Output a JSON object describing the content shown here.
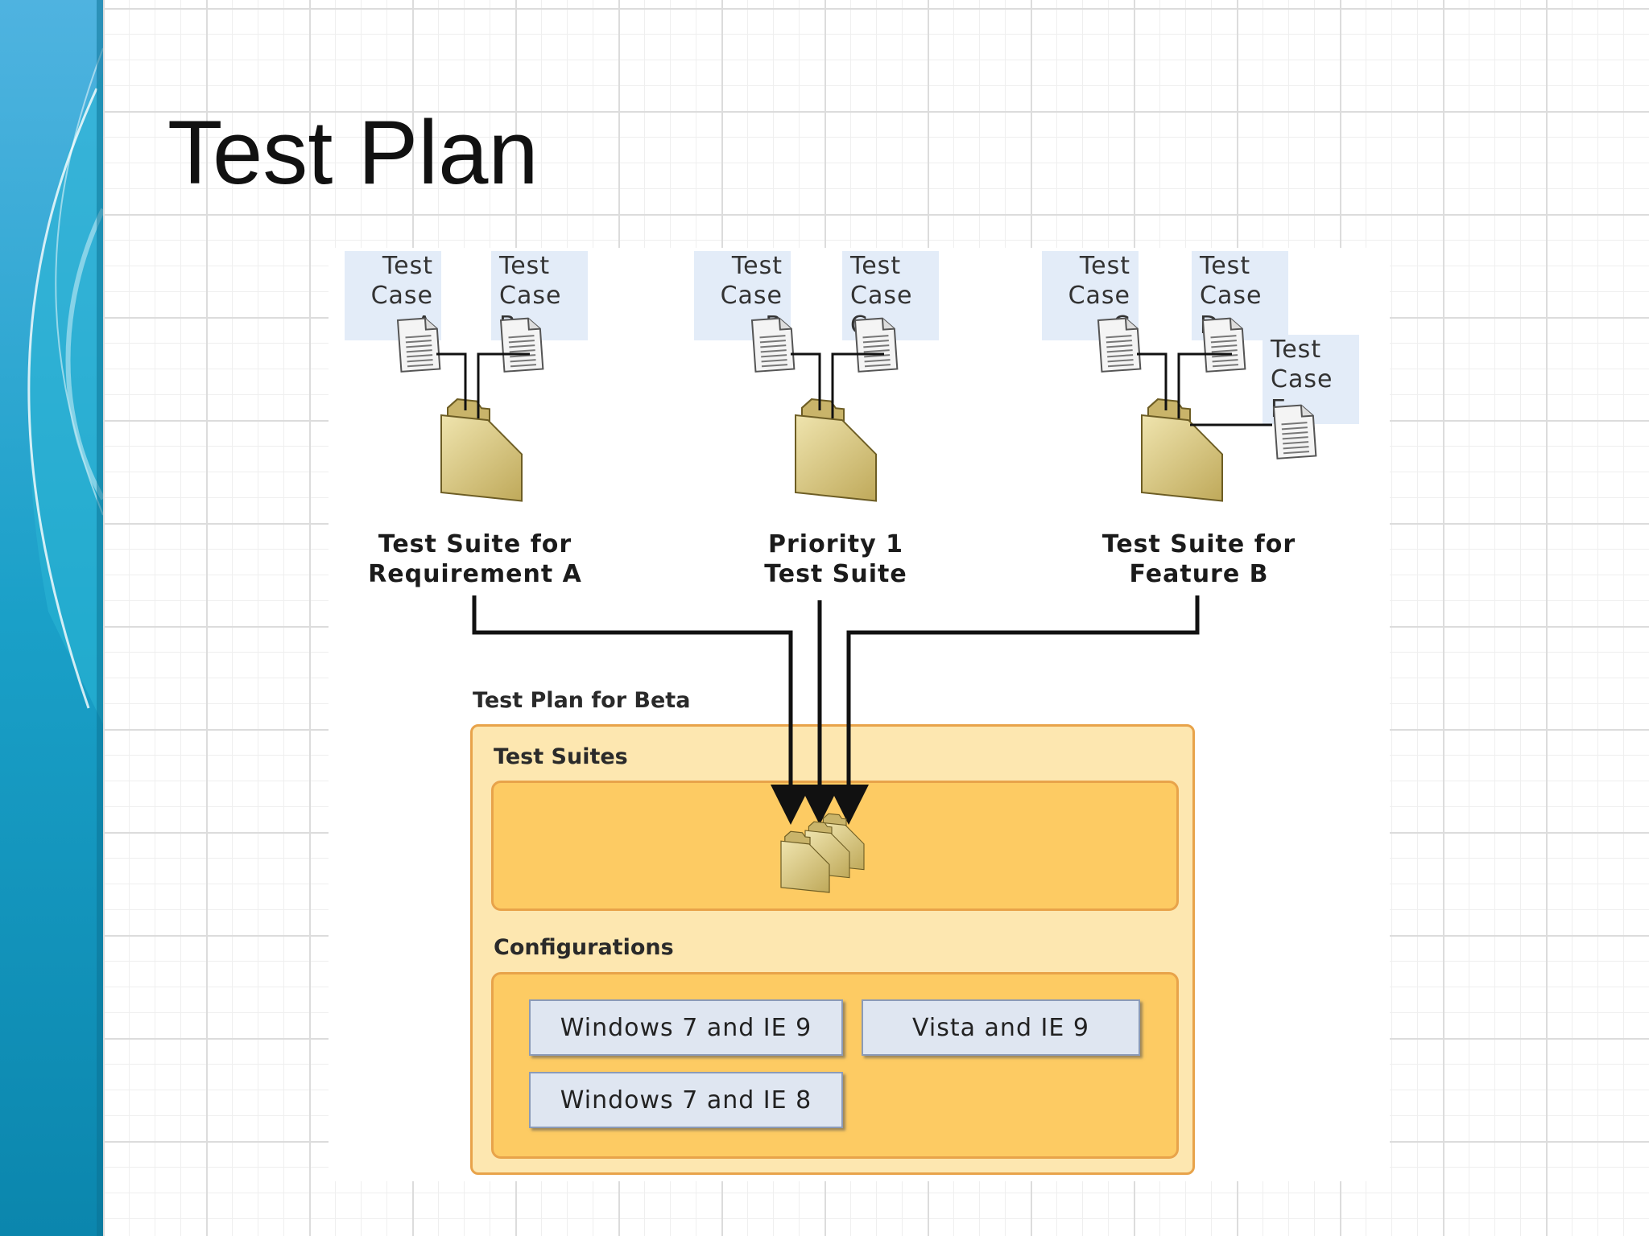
{
  "slide": {
    "title": "Test Plan"
  },
  "suites": [
    {
      "name": "Test Suite for\nRequirement A",
      "test_cases": [
        {
          "label": "Test\nCase A"
        },
        {
          "label": "Test\nCase B"
        }
      ]
    },
    {
      "name": "Priority 1\nTest Suite",
      "test_cases": [
        {
          "label": "Test\nCase B"
        },
        {
          "label": "Test\nCase C"
        }
      ]
    },
    {
      "name": "Test Suite for\nFeature B",
      "test_cases": [
        {
          "label": "Test\nCase C"
        },
        {
          "label": "Test\nCase D"
        },
        {
          "label": "Test\nCase E"
        }
      ]
    }
  ],
  "plan": {
    "title": "Test Plan for Beta",
    "test_suites_label": "Test Suites",
    "configurations_label": "Configurations",
    "configurations": [
      "Windows 7 and IE 9",
      "Vista and IE 9",
      "Windows 7 and IE 8"
    ]
  },
  "colors": {
    "folder": "#d8c98a",
    "plan_fill": "#fde7b0",
    "section_fill": "#fdcb63",
    "border": "#e8a34a",
    "config_fill": "#dfe6f1",
    "label_fill": "#e3ecf8"
  }
}
